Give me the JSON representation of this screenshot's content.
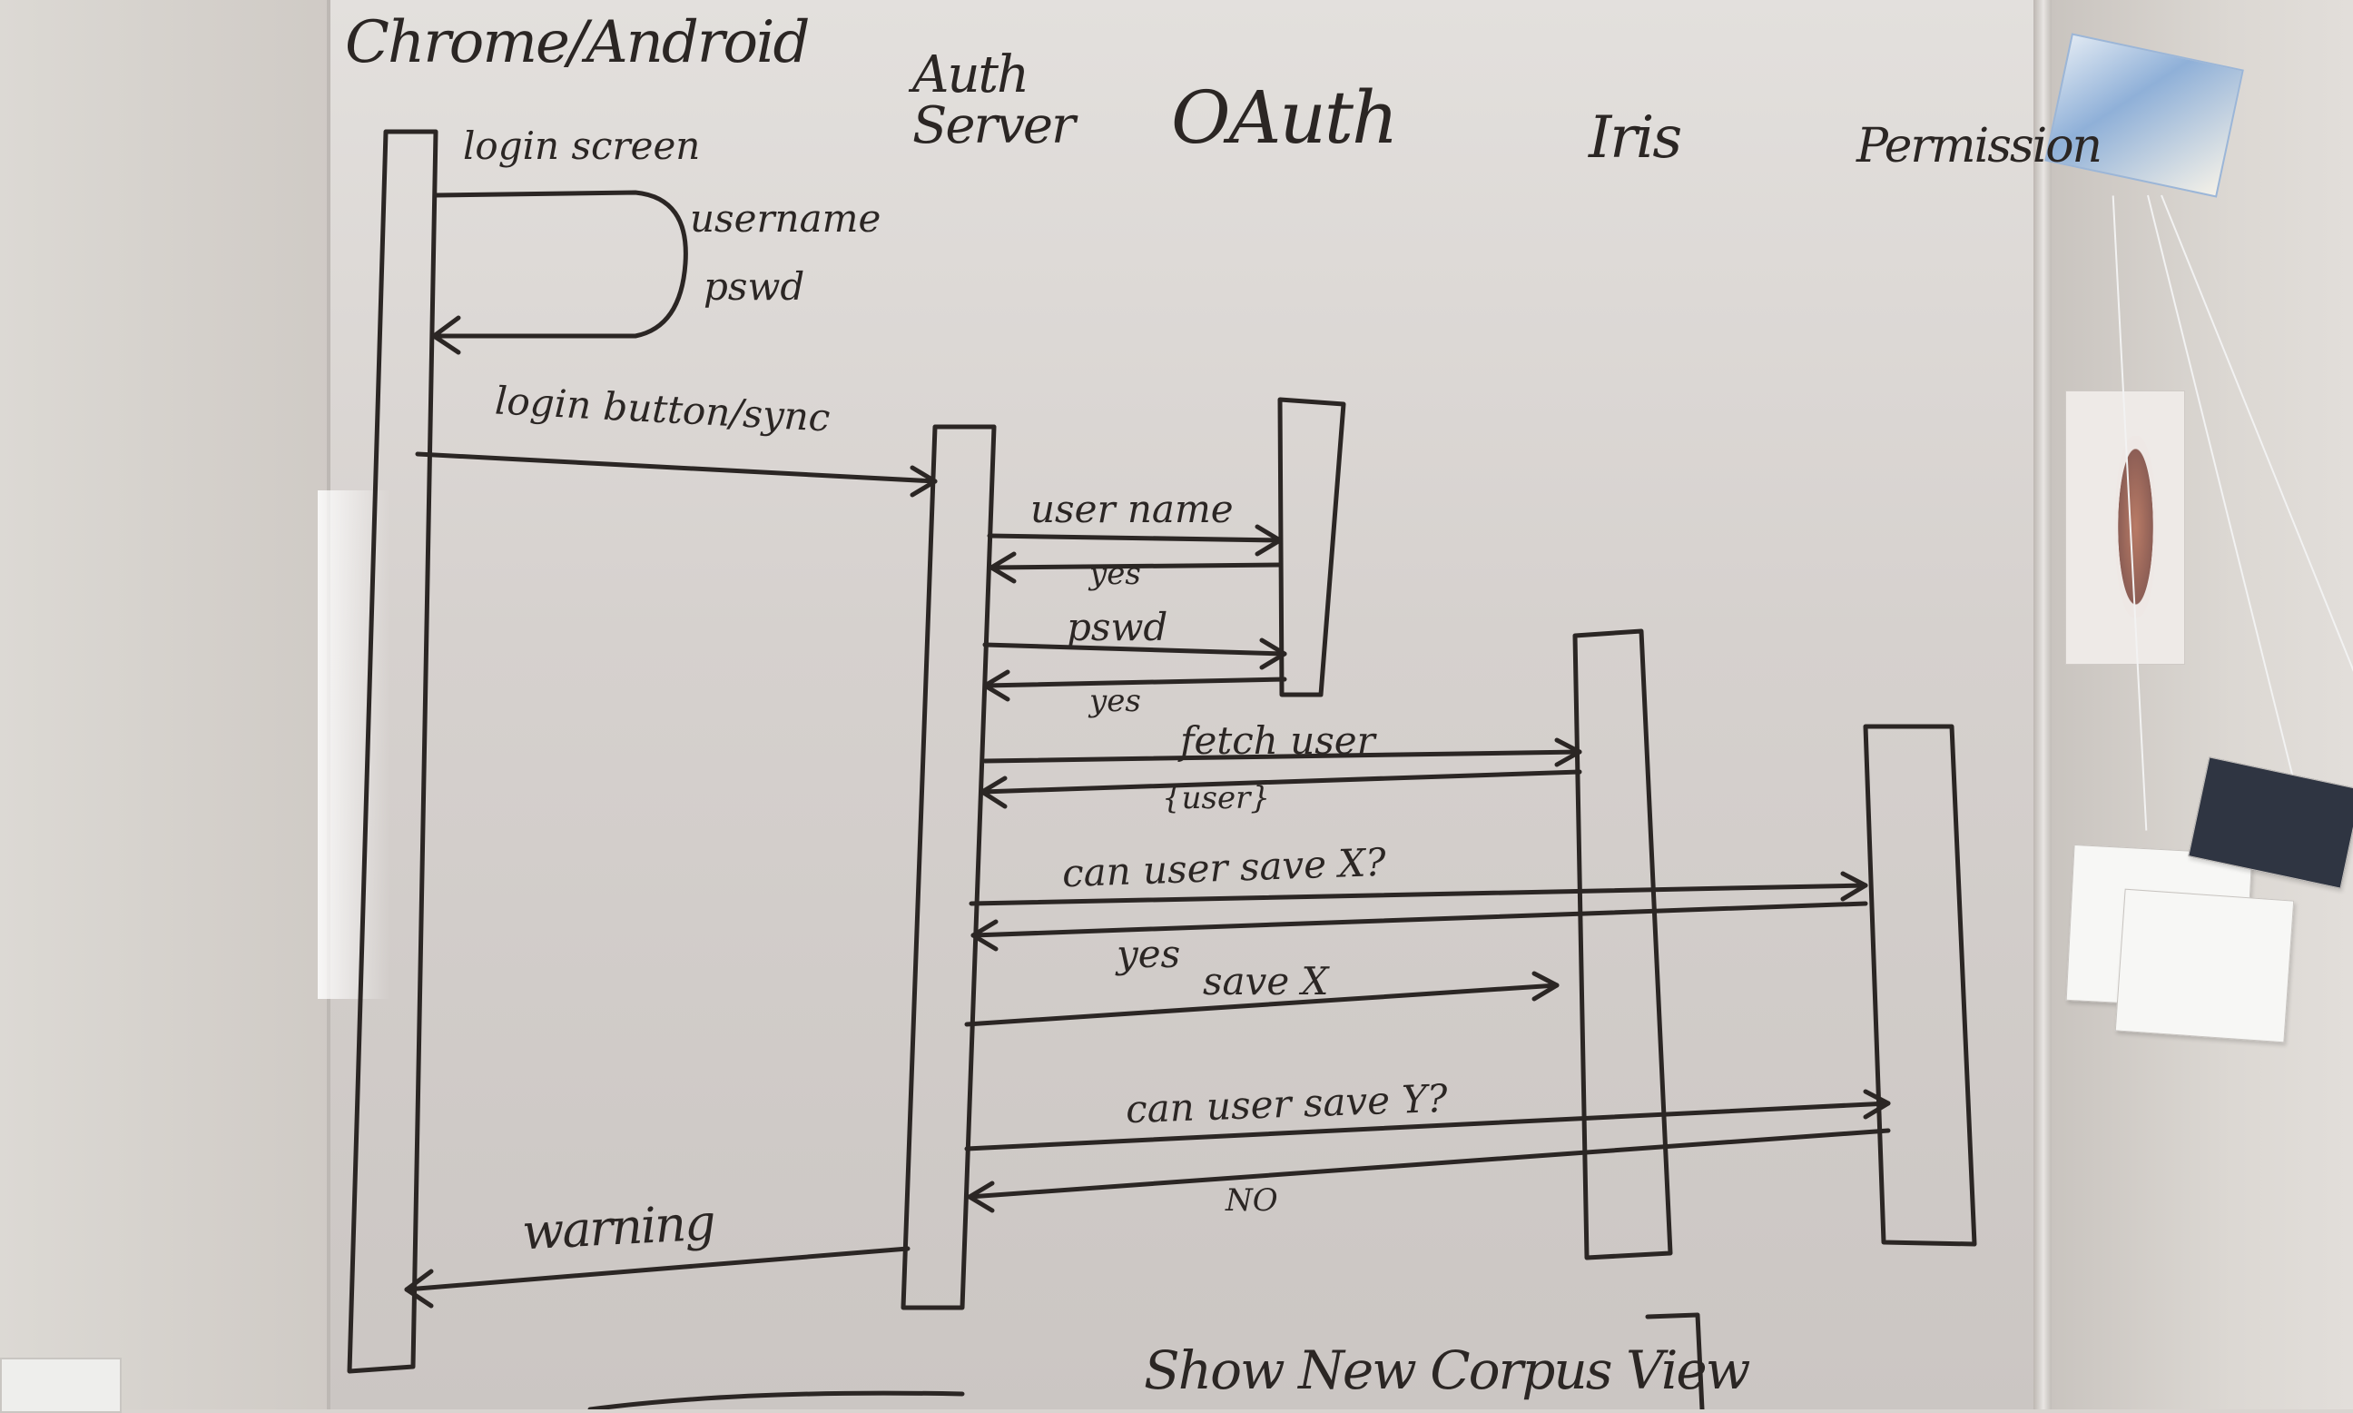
{
  "lanes": [
    {
      "id": "client",
      "label": "Chrome/Android"
    },
    {
      "id": "auth",
      "label": "Auth Server"
    },
    {
      "id": "oauth",
      "label": "OAuth"
    },
    {
      "id": "iris",
      "label": "Iris"
    },
    {
      "id": "permission",
      "label": "Permission"
    }
  ],
  "messages": {
    "login_screen": "login screen",
    "username_pswd": [
      "username",
      "pswd"
    ],
    "login_button_sync": "login button/sync",
    "user_name": "user name",
    "yes_1": "yes",
    "pswd": "pswd",
    "yes_2": "yes",
    "fetch_user": "fetch user",
    "user_obj": "{user}",
    "can_user_save_x": "can user save X?",
    "yes_3": "yes",
    "save_x": "save X",
    "can_user_save_y": "can user save Y?",
    "no": "NO",
    "warning": "warning"
  },
  "footer_note": "Show New Corpus View",
  "colors": {
    "ink": "#2b2624",
    "board": "#dcd8d5",
    "wall": "#d0cbc6"
  }
}
